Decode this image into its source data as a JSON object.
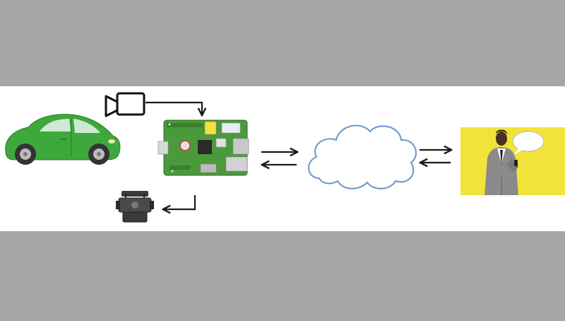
{
  "colors": {
    "background_gray": "#a6a6a6",
    "panel_white": "#ffffff",
    "car_green": "#3fa83c",
    "board_green": "#4a9a3c",
    "cloud_outline": "#6c95c9",
    "user_panel_yellow": "#f2e33b",
    "arrow_black": "#1a1a1a"
  },
  "diagram": {
    "nodes": [
      {
        "id": "car",
        "icon": "car-icon"
      },
      {
        "id": "camera",
        "icon": "video-camera-icon"
      },
      {
        "id": "raspberry-pi",
        "icon": "raspberry-pi-board-icon"
      },
      {
        "id": "engine",
        "icon": "engine-icon"
      },
      {
        "id": "cloud",
        "icon": "cloud-icon"
      },
      {
        "id": "user",
        "icon": "businessman-phone-icon"
      }
    ],
    "edges": [
      {
        "from": "camera",
        "to": "raspberry-pi",
        "icon": "elbow-arrow-icon"
      },
      {
        "from": "raspberry-pi",
        "to": "engine",
        "icon": "elbow-arrow-icon"
      },
      {
        "from": "raspberry-pi",
        "to": "cloud",
        "icon": "bidirectional-arrows-icon"
      },
      {
        "from": "cloud",
        "to": "user",
        "icon": "bidirectional-arrows-icon"
      }
    ]
  }
}
